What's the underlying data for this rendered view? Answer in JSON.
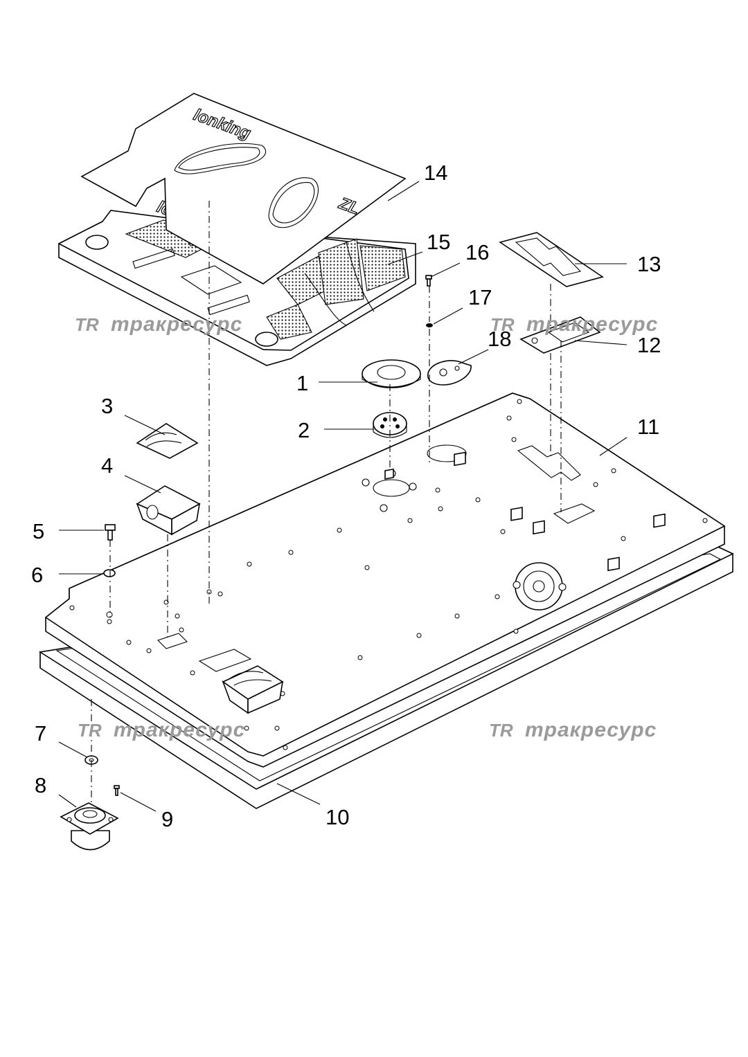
{
  "diagram": {
    "callouts": [
      {
        "id": "1",
        "label": "1"
      },
      {
        "id": "2",
        "label": "2"
      },
      {
        "id": "3",
        "label": "3"
      },
      {
        "id": "4",
        "label": "4"
      },
      {
        "id": "5",
        "label": "5"
      },
      {
        "id": "6",
        "label": "6"
      },
      {
        "id": "7",
        "label": "7"
      },
      {
        "id": "8",
        "label": "8"
      },
      {
        "id": "9",
        "label": "9"
      },
      {
        "id": "10",
        "label": "10"
      },
      {
        "id": "11",
        "label": "11"
      },
      {
        "id": "12",
        "label": "12"
      },
      {
        "id": "13",
        "label": "13"
      },
      {
        "id": "14",
        "label": "14"
      },
      {
        "id": "15",
        "label": "15"
      },
      {
        "id": "16",
        "label": "16"
      },
      {
        "id": "17",
        "label": "17"
      },
      {
        "id": "18",
        "label": "18"
      }
    ],
    "brand_mark": "lonking",
    "model_mark": "ZL",
    "watermark": {
      "logo": "TR",
      "text": "тракресурс",
      "color": "#9a9a9a"
    }
  }
}
